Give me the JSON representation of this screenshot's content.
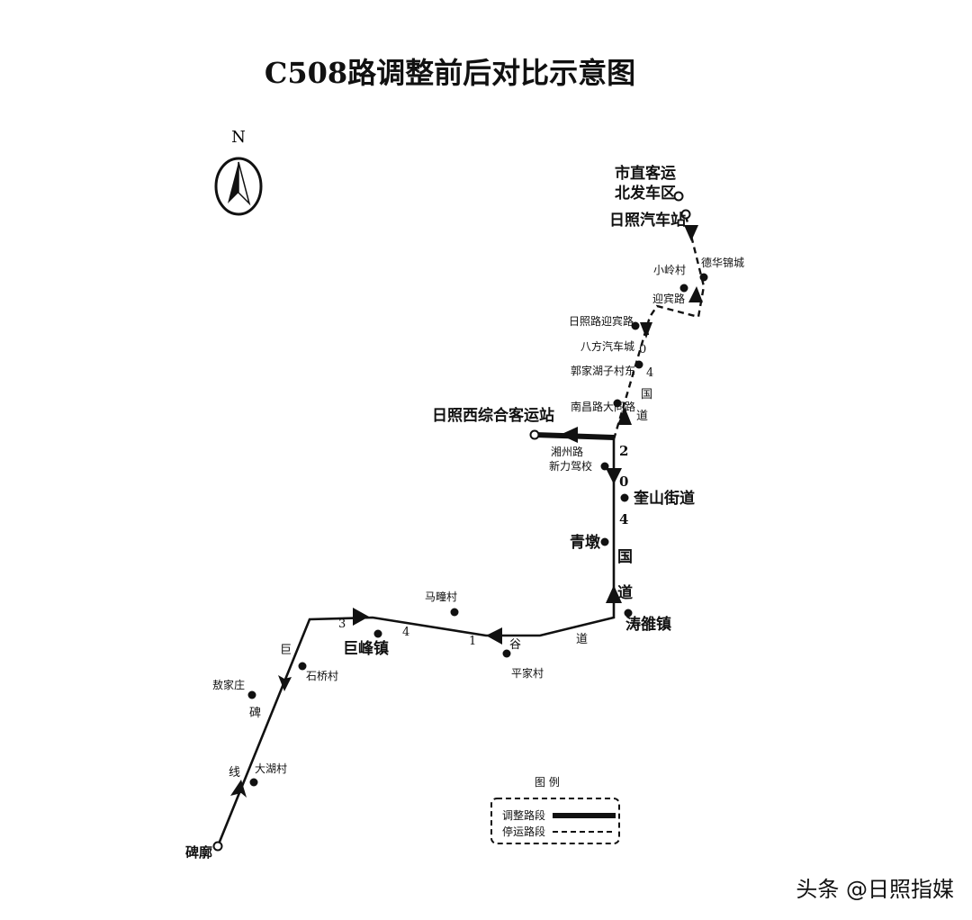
{
  "title": "C508路调整前后对比示意图",
  "north_label": "N",
  "stops": {
    "start": "碑廓",
    "dahu": "大湖村",
    "aojia": "敖家庄",
    "shiqiao": "石桥村",
    "jufeng": "巨峰镇",
    "matou": "马疃村",
    "pingjia": "平家村",
    "taoluo": "涛雒镇",
    "qingdun": "青墩",
    "kuishan": "奎山街道",
    "xinli": "新力驾校",
    "meizhou": "湘州路",
    "west_terminal": "日照西综合客运站",
    "nanchang": "南昌路大同路",
    "guojia": "郭家湖子村东",
    "bafang": "八方汽车城",
    "yingbin_ri": "日照路迎宾路",
    "yingbin": "迎宾路",
    "xiaoling": "小岭村",
    "dehua": "德华锦城",
    "bus_station": "日照汽车站",
    "terminal_line1": "市直客运",
    "terminal_line2": "北发车区"
  },
  "road_labels": {
    "ju1": "巨",
    "bei1": "碑",
    "xian1": "线",
    "n3": "3",
    "n4": "4",
    "n1": "1",
    "gu": "谷",
    "dao1": "道",
    "g204_a_2": "2",
    "g204_a_0": "0",
    "g204_a_4": "4",
    "g204_a_guo": "国",
    "g204_a_dao": "道",
    "g204_b_2": "2",
    "g204_b_0": "0",
    "g204_b_4": "4",
    "g204_b_guo": "国",
    "g204_b_dao": "道"
  },
  "legend": {
    "heading": "图 例",
    "adjusted": "调整路段",
    "suspended": "停运路段"
  },
  "watermark": "头条 @日照指媒",
  "colors": {
    "ink": "#111111",
    "background": "#ffffff"
  }
}
